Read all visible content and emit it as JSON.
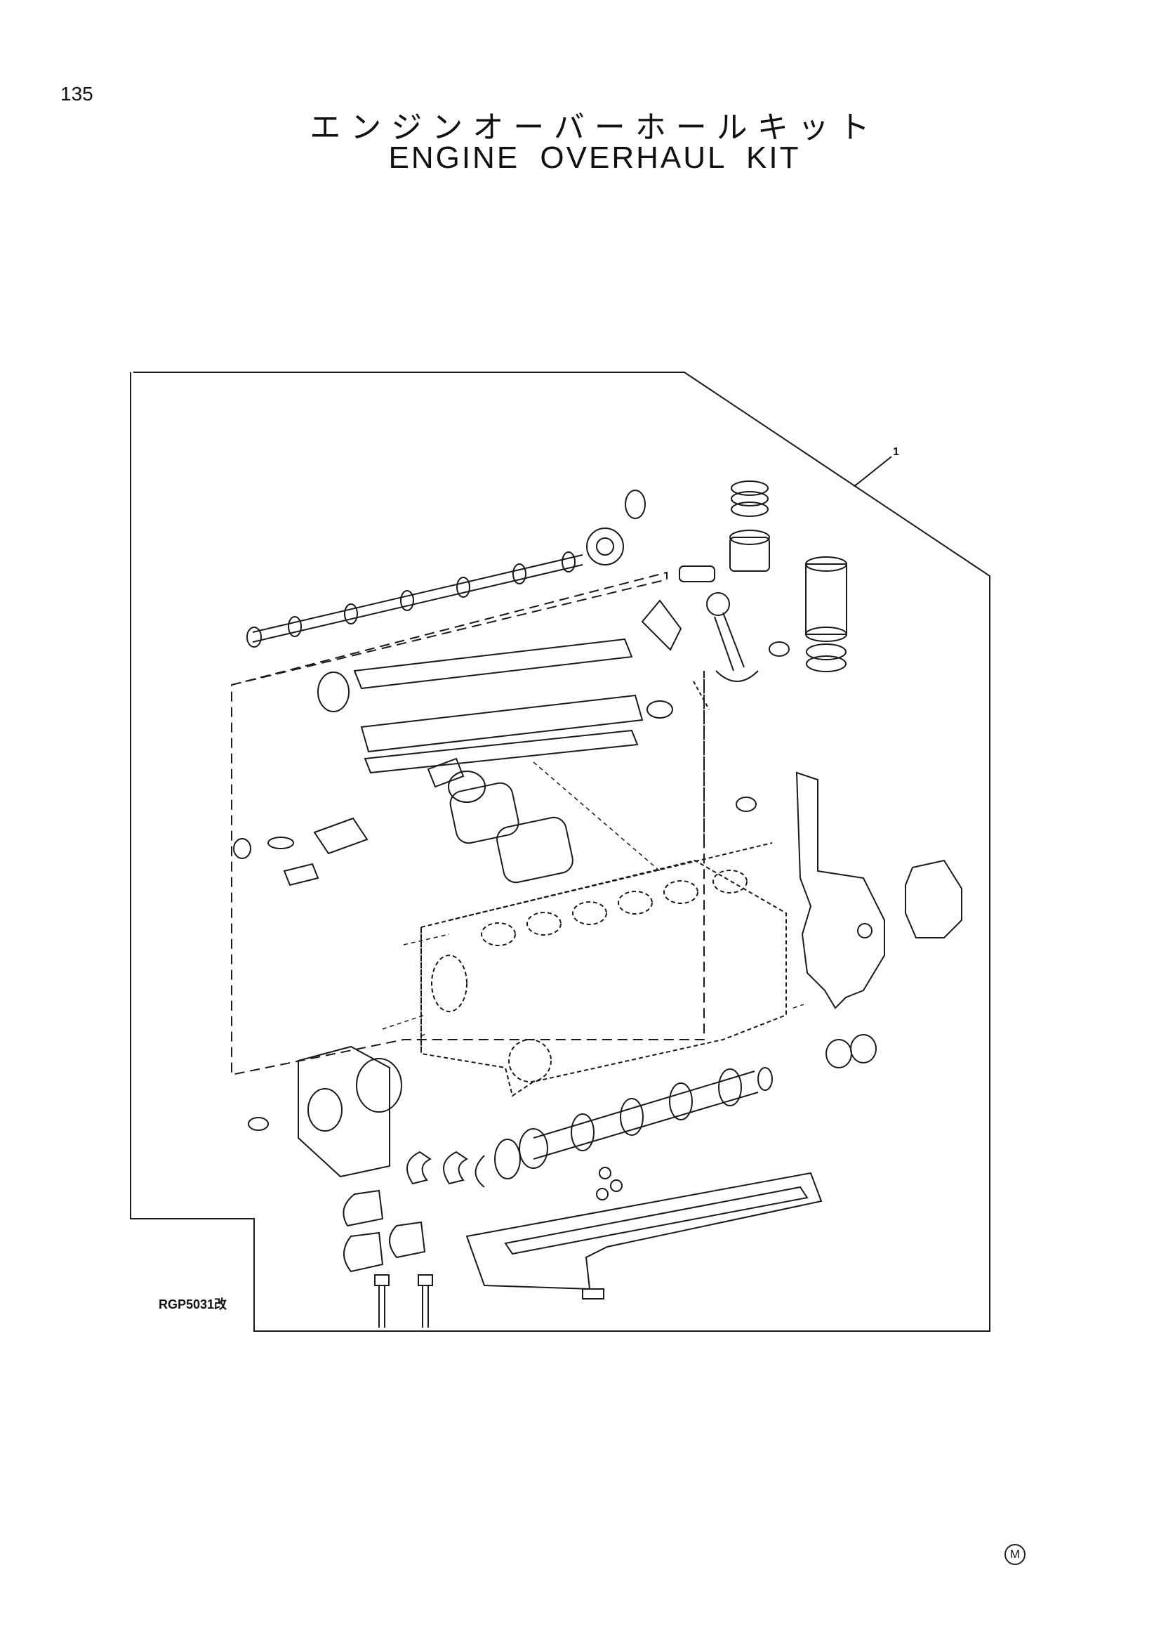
{
  "page": {
    "number": "135",
    "title_jp": "エンジンオーバーホールキット",
    "title_en": "ENGINE OVERHAUL KIT"
  },
  "diagram": {
    "figure_code": "RGP5031改",
    "callouts": [
      {
        "id": "1",
        "label": "1"
      }
    ],
    "colors": {
      "line": "#1a1a1a",
      "background": "#ffffff"
    }
  },
  "footer": {
    "mark": "M"
  }
}
